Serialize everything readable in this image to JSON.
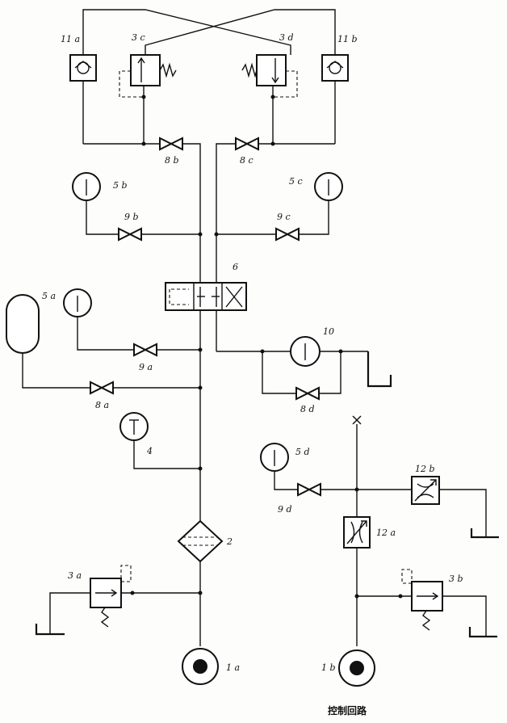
{
  "labels": {
    "l11a": "11 a",
    "l11b": "11 b",
    "l3c": "3 c",
    "l3d": "3 d",
    "l8b": "8 b",
    "l8c": "8 c",
    "l5b": "5 b",
    "l5c": "5 c",
    "l9b": "9 b",
    "l9c": "9 c",
    "l6": "6",
    "l5a": "5 a",
    "l9a": "9 a",
    "l8a": "8 a",
    "l10": "10",
    "l8d": "8 d",
    "l4": "4",
    "l5d": "5 d",
    "l9d": "9 d",
    "l12b": "12 b",
    "l12a": "12 a",
    "l2": "2",
    "l3a": "3 a",
    "l3b": "3 b",
    "l1a": "1 a",
    "l1b": "1 b"
  },
  "caption": "控制回路"
}
